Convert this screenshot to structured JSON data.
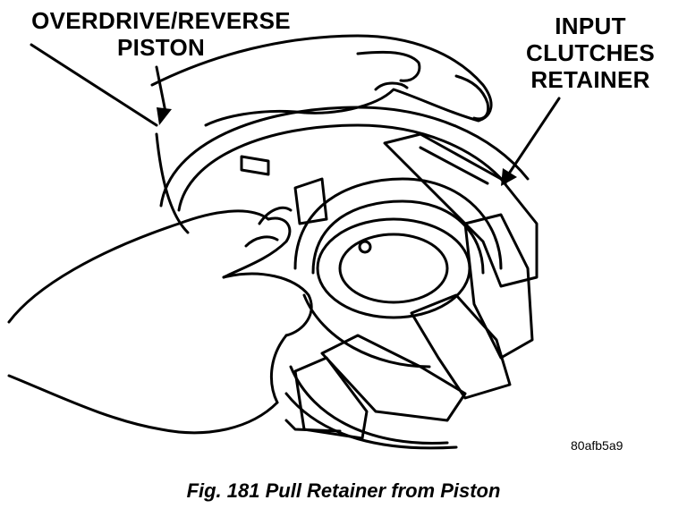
{
  "callouts": {
    "overdrive_line1": "OVERDRIVE/REVERSE",
    "overdrive_line2": "PISTON",
    "input_line1": "INPUT",
    "input_line2": "CLUTCHES",
    "input_line3": "RETAINER"
  },
  "figure": {
    "code": "80afb5a9",
    "caption": "Fig. 181 Pull Retainer from Piston"
  }
}
